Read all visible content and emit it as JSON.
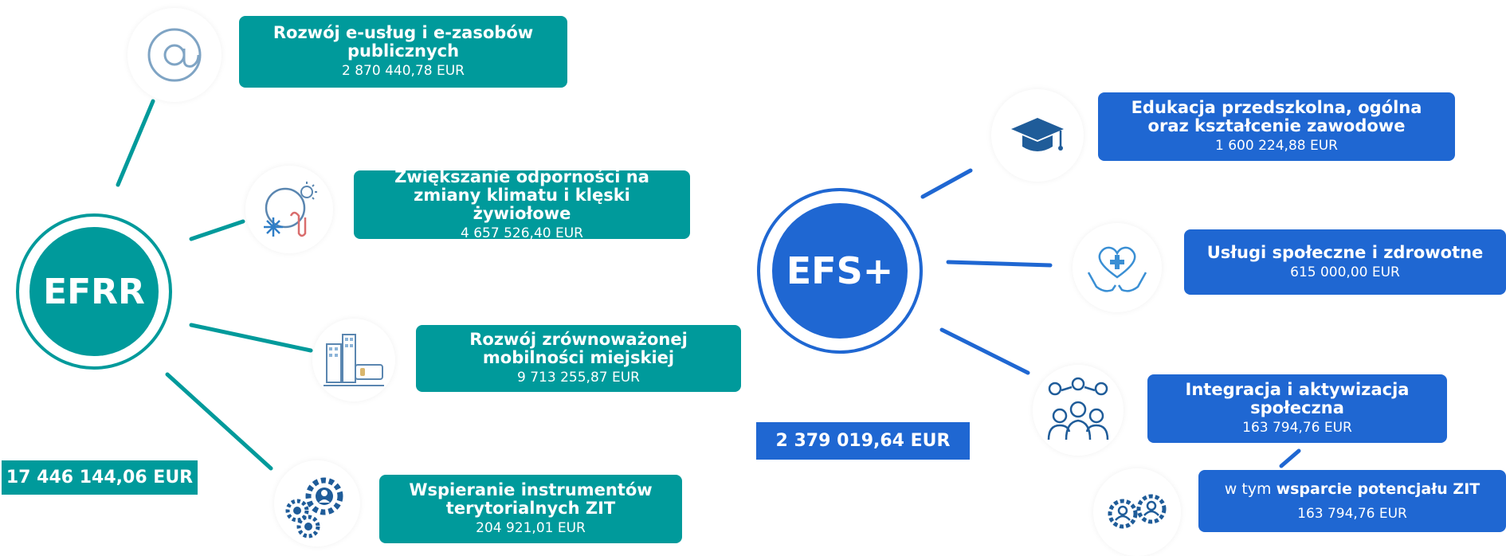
{
  "colors": {
    "teal": "#009a9b",
    "blue": "#1f67d2"
  },
  "efrr": {
    "label": "EFRR",
    "total": "17 446 144,06 EUR",
    "items": [
      {
        "icon": "at-sign-icon",
        "title": "Rozwój e-usług i e-zasobów publicznych",
        "amount": "2 870 440,78 EUR"
      },
      {
        "icon": "climate-icon",
        "title": "Zwiększanie odporności na zmiany klimatu i klęski żywiołowe",
        "amount": "4 657 526,40 EUR"
      },
      {
        "icon": "city-mobility-icon",
        "title": "Rozwój zrównoważonej mobilności miejskiej",
        "amount": "9 713 255,87 EUR"
      },
      {
        "icon": "gears-people-icon",
        "title": "Wspieranie instrumentów terytorialnych ZIT",
        "amount": "204 921,01 EUR"
      }
    ]
  },
  "efs": {
    "label": "EFS+",
    "total": "2 379 019,64 EUR",
    "items": [
      {
        "icon": "graduation-cap-icon",
        "title": "Edukacja przedszkolna, ogólna oraz kształcenie zawodowe",
        "amount": "1 600 224,88 EUR"
      },
      {
        "icon": "heart-hands-icon",
        "title": "Usługi społeczne i zdrowotne",
        "amount": "615 000,00 EUR"
      },
      {
        "icon": "people-ideas-icon",
        "title": "Integracja i aktywizacja społeczna",
        "amount": "163 794,76 EUR"
      }
    ],
    "sub_item": {
      "icon": "people-gears-icon",
      "prefix": "w tym ",
      "title": "wsparcie potencjału ZIT",
      "amount": "163 794,76 EUR"
    }
  }
}
